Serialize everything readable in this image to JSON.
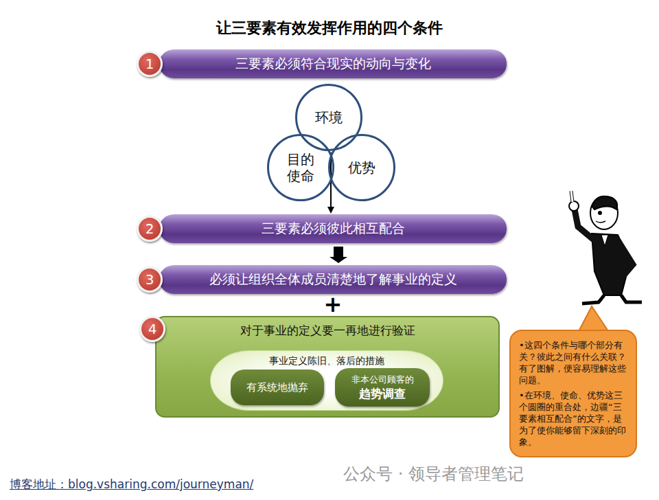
{
  "diagram": {
    "title": "让三要素有效发挥作用的四个条件",
    "nodes": [
      {
        "text": [
          "三要素必须符合现实的动向与变化"
        ]
      },
      {
        "text": [
          "环境"
        ]
      },
      {
        "text": [
          "目的 使命"
        ]
      },
      {
        "text": [
          "优势"
        ]
      },
      {
        "text": [
          "三要素必须彼此相互配合"
        ]
      },
      {
        "text": [
          "必须让组织全体成员清楚地了解事业的定义"
        ]
      },
      {
        "text": [
          "对于事业的定义要一再地进行验证"
        ]
      },
      {
        "text": [
          "事业定义陈旧、落后的措施"
        ],
        "in": 6
      },
      {
        "text": [
          "有系统地抛弃"
        ],
        "in": 7
      },
      {
        "text": [
          "非本公司顾客的",
          "趋势调查"
        ],
        "in": 7
      },
      {
        "text": [
          "•这四个条件与哪个部分有关？彼此之间有什么关联？有了图解，便容易理解这些问题。",
          "•在环境、使命、优势这三个圆圈的重合处，边疆“三要素相互配合”的文字，是为了使你能够留下深刻的印象。"
        ]
      }
    ],
    "edges": [
      {
        "from": 1,
        "to": 4,
        "arrow": "to"
      },
      {
        "from": 4,
        "to": 5,
        "arrow": "to"
      }
    ],
    "labels": [
      "1",
      "2",
      "3",
      "4",
      "+",
      "博客地址：blog.vsharing.com/journeyman/",
      "公众号 · 领导者管理笔记"
    ]
  }
}
